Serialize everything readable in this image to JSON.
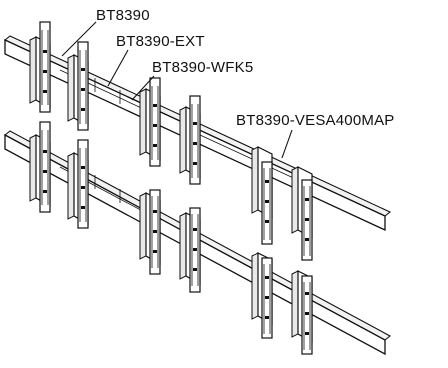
{
  "diagram": {
    "callouts": [
      {
        "id": "bt8390",
        "label": "BT8390"
      },
      {
        "id": "bt8390-ext",
        "label": "BT8390-EXT"
      },
      {
        "id": "bt8390-wfk5",
        "label": "BT8390-WFK5"
      },
      {
        "id": "bt8390-vesa400map",
        "label": "BT8390-VESA400MAP"
      }
    ],
    "colors": {
      "line": "#111111",
      "background": "#ffffff",
      "shade": "#e9e9e9"
    }
  }
}
